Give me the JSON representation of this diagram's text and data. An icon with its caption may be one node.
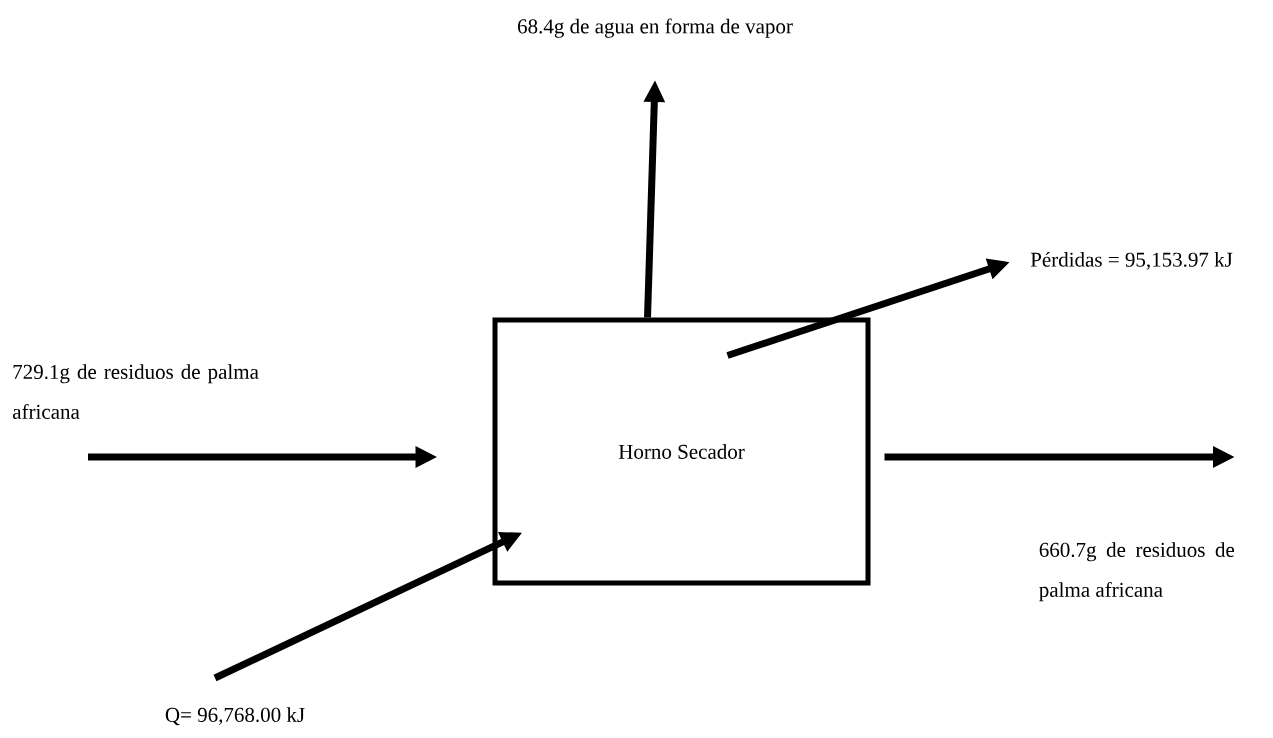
{
  "diagram": {
    "nodes": [
      {
        "text": [
          "Horno Secador"
        ]
      },
      {
        "text": [
          "68.4g de agua en forma de vapor"
        ]
      },
      {
        "text": [
          "Pérdidas = 95,153.97 kJ"
        ]
      },
      {
        "text": [
          "729.1g de residuos de palma africana"
        ]
      },
      {
        "text": [
          "660.7g de residuos de palma africana"
        ]
      },
      {
        "text": [
          "Q= 96,768.00 kJ"
        ]
      }
    ],
    "edges": [
      {
        "from": 0,
        "to": 1,
        "arrow": "to"
      },
      {
        "from": 0,
        "to": 2,
        "arrow": "to"
      },
      {
        "from": 3,
        "to": 0,
        "arrow": "to"
      },
      {
        "from": 0,
        "to": 4,
        "arrow": "to"
      },
      {
        "from": 5,
        "to": 0,
        "arrow": "to"
      }
    ]
  }
}
